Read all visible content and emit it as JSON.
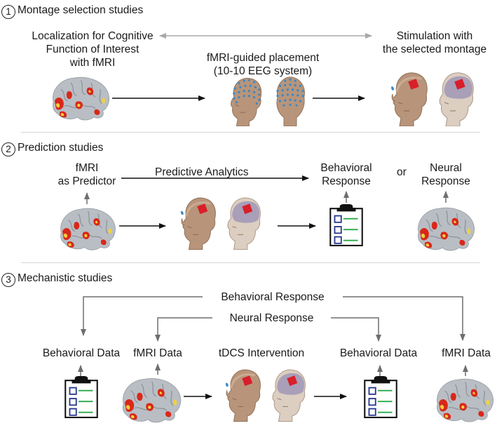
{
  "sections": [
    {
      "number": "1",
      "title": "Montage selection studies"
    },
    {
      "number": "2",
      "title": "Prediction studies"
    },
    {
      "number": "3",
      "title": "Mechanistic studies"
    }
  ],
  "section1": {
    "localization_line1": "Localization for Cognitive",
    "localization_line2": "Function of Interest",
    "localization_line3": "with fMRI",
    "placement_line1": "fMRI-guided placement",
    "placement_line2": "(10-10 EEG system)",
    "stimulation_line1": "Stimulation with",
    "stimulation_line2": "the selected montage"
  },
  "section2": {
    "predictor_line1": "fMRI",
    "predictor_line2": "as Predictor",
    "analytics": "Predictive Analytics",
    "behavioral_line1": "Behavioral",
    "behavioral_line2": "Response",
    "or": "or",
    "neural_line1": "Neural",
    "neural_line2": "Response"
  },
  "section3": {
    "behavioral_response": "Behavioral Response",
    "neural_response": "Neural Response",
    "behavioral_data_left": "Behavioral Data",
    "fmri_data_left": "fMRI Data",
    "tdcs": "tDCS Intervention",
    "behavioral_data_right": "Behavioral Data",
    "fmri_data_right": "fMRI Data"
  },
  "colors": {
    "arrow_gray": "#6e6e6e",
    "arrow_black": "#111111",
    "double_arrow": "#a8a8a8",
    "brain_gray": "#b9bec4",
    "activation_red": "#d8281a",
    "activation_yellow": "#f2d23a",
    "head_skin": "#b8957a",
    "electrode_red": "#d81f2a",
    "electrode_blue": "#3a88c8",
    "clipboard_blue": "#2b3a8f",
    "clipboard_green": "#2aa84a"
  }
}
